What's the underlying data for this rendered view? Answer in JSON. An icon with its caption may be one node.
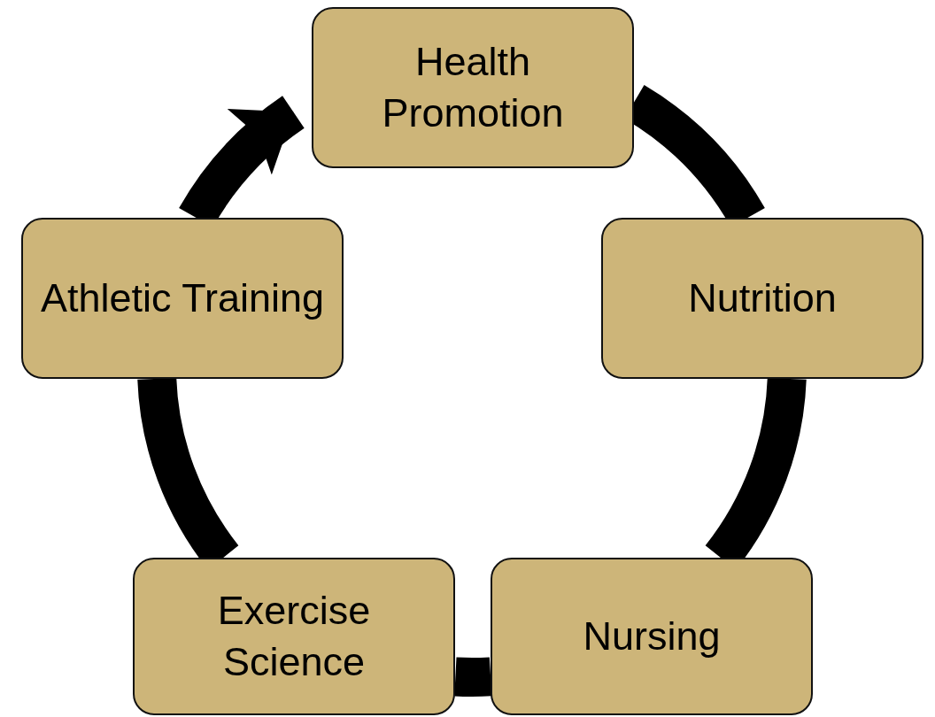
{
  "diagram": {
    "nodes": [
      {
        "text": [
          "Health Promotion"
        ]
      },
      {
        "text": [
          "Athletic Training"
        ]
      },
      {
        "text": [
          "Nutrition"
        ]
      },
      {
        "text": [
          "Exercise Science"
        ]
      },
      {
        "text": [
          "Nursing"
        ]
      }
    ],
    "edges": [
      {
        "from": 0,
        "to": 2,
        "arrow": "none"
      },
      {
        "from": 2,
        "to": 4,
        "arrow": "none"
      },
      {
        "from": 4,
        "to": 3,
        "arrow": "none"
      },
      {
        "from": 3,
        "to": 1,
        "arrow": "none"
      },
      {
        "from": 1,
        "to": 0,
        "arrow": "to"
      }
    ]
  }
}
